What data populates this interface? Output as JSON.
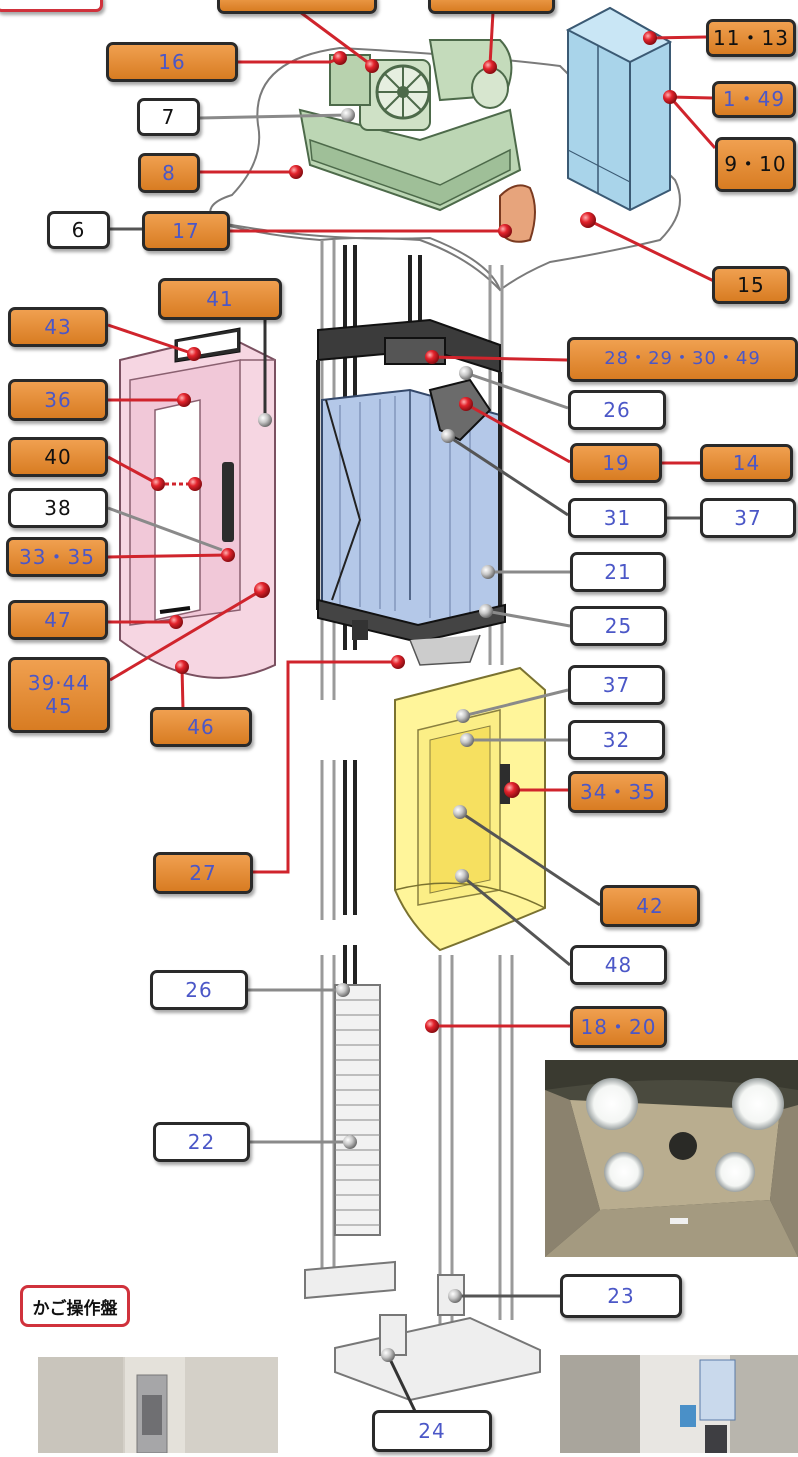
{
  "labels": {
    "l_16": "16",
    "l_7": "7",
    "l_8": "8",
    "l_6": "6",
    "l_17": "17",
    "l_11_13": "11・13",
    "l_1_49": "1・49",
    "l_9_10": "9・10",
    "l_15": "15",
    "l_41": "41",
    "l_43": "43",
    "l_36": "36",
    "l_40": "40",
    "l_38": "38",
    "l_33_35": "33・35",
    "l_47": "47",
    "l_39_44_45": "39·44\n45",
    "l_46": "46",
    "l_28_29_30_49": "28・29・30・49",
    "l_26_top": "26",
    "l_19": "19",
    "l_14": "14",
    "l_31": "31",
    "l_37_top": "37",
    "l_21": "21",
    "l_25": "25",
    "l_37_hall": "37",
    "l_32": "32",
    "l_34_35": "34・35",
    "l_27": "27",
    "l_42": "42",
    "l_48": "48",
    "l_26_bottom": "26",
    "l_18_20": "18・20",
    "l_22": "22",
    "l_23": "23",
    "l_24": "24"
  },
  "caption": "かご操作盤",
  "colors": {
    "orange_tag": "#e48d35",
    "white_tag": "#ffffff",
    "tag_text": "#4b57c7",
    "leader_red": "#d0242c",
    "leader_gray": "#8a8a8a",
    "machine_green": "#c8dcc0",
    "control_panel_blue": "#a9d4ea",
    "car_blue": "#b4c8e8",
    "car_door_pink": "#f6d6e2",
    "hall_door_yellow": "#fff59a"
  }
}
